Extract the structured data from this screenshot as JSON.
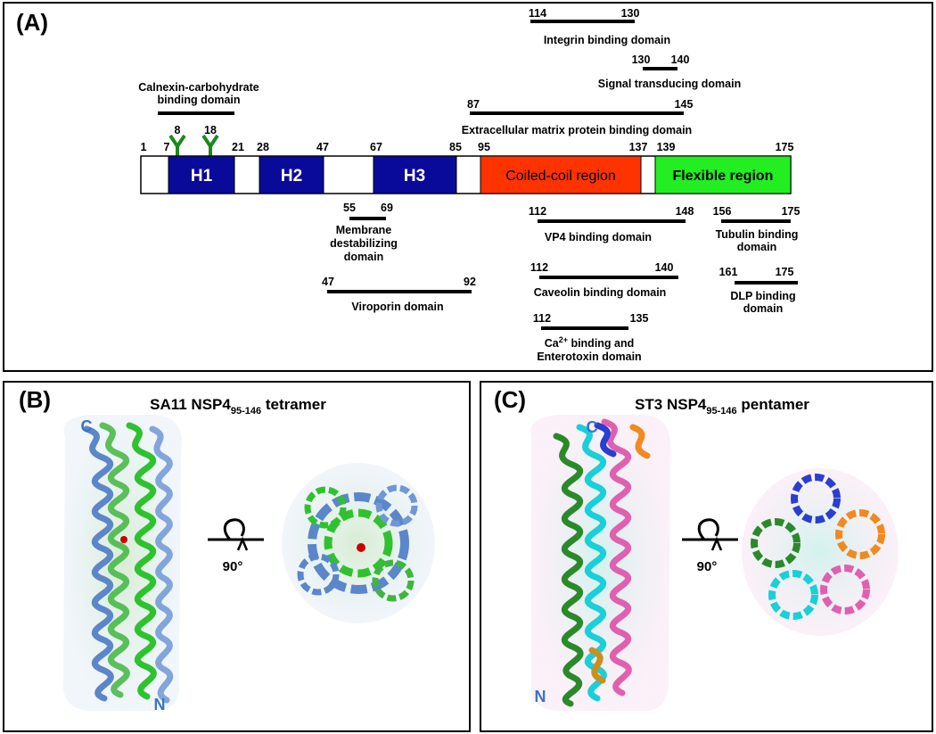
{
  "panel_a": {
    "letter": "(A)",
    "residues": {
      "r1": "1",
      "r7": "7",
      "r8": "8",
      "r18": "18",
      "r21": "21",
      "r28": "28",
      "r47": "47",
      "r67": "67",
      "r85": "85",
      "r95": "95",
      "r137": "137",
      "r139": "139",
      "r175": "175"
    },
    "segments": {
      "h1": "H1",
      "h2": "H2",
      "h3": "H3",
      "coiled": "Coiled-coil region",
      "flexible": "Flexible region"
    },
    "domains_above": {
      "calnexin": {
        "line1": "Calnexin-carbohydrate",
        "line2": "binding domain"
      },
      "integrin": {
        "start": "114",
        "end": "130",
        "name": "Integrin binding domain"
      },
      "signal": {
        "start": "130",
        "end": "140",
        "name": "Signal transducing domain"
      },
      "ecm": {
        "start": "87",
        "end": "145",
        "name": "Extracellular matrix protein binding domain"
      }
    },
    "domains_below": {
      "membrane": {
        "start": "55",
        "end": "69",
        "line1": "Membrane",
        "line2": "destabilizing",
        "line3": "domain"
      },
      "viroporin": {
        "start": "47",
        "end": "92",
        "name": "Viroporin domain"
      },
      "vp4": {
        "start": "112",
        "end": "148",
        "name": "VP4 binding domain"
      },
      "caveolin": {
        "start": "112",
        "end": "140",
        "name": "Caveolin binding domain"
      },
      "calcium": {
        "start": "112",
        "end": "135",
        "line1_pre": "Ca",
        "line1_sup": "2+",
        "line1_post": " binding and",
        "line2": "Enterotoxin domain"
      },
      "tubulin": {
        "start": "156",
        "end": "175",
        "line1": "Tubulin binding",
        "line2": "domain"
      },
      "dlp": {
        "start": "161",
        "end": "175",
        "line1": "DLP binding",
        "line2": "domain"
      }
    }
  },
  "panel_b": {
    "letter": "(B)",
    "title_pre": "SA11  NSP4",
    "title_sub": "95-146",
    "title_post": "  tetramer",
    "c_label": "C",
    "n_label": "N",
    "rotation": "90°"
  },
  "panel_c": {
    "letter": "(C)",
    "title_pre": "ST3  NSP4",
    "title_sub": "95-146",
    "title_post": "  pentamer",
    "c_label": "C",
    "n_label": "N",
    "rotation": "90°"
  },
  "colors": {
    "helix_blue": "#0a0a9a",
    "coiled_red": "#ff3300",
    "flexible_green": "#22ee22",
    "glycan_green": "#1a8a1a",
    "b_blue": "#5b86c9",
    "b_green": "#2fc22f"
  }
}
